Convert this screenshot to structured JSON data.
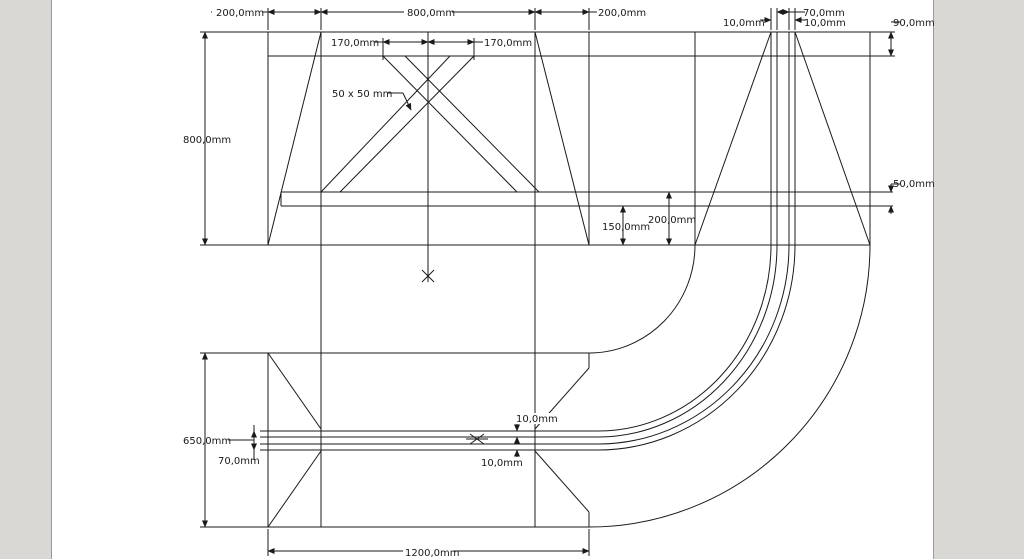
{
  "colors": {
    "background": "#d9d8d4",
    "sheet": "#ffffff",
    "line": "#1a1a1a"
  },
  "dimensions": {
    "d_200_left": "200,0mm",
    "d_800_top": "800,0mm",
    "d_200_right": "200,0mm",
    "d_10_a": "10,0mm",
    "d_70_top": "70,0mm",
    "d_10_b": "10,0mm",
    "d_90": "90,0mm",
    "d_170_left": "170,0mm",
    "d_170_right": "170,0mm",
    "d_beam_size": "50 x 50 mm",
    "d_800_left": "800,0mm",
    "d_50": "50,0mm",
    "d_150": "150,0mm",
    "d_200_mid": "200,0mm",
    "d_650": "650,0mm",
    "d_70_left": "70,0mm",
    "d_10_c": "10,0mm",
    "d_10_d": "10,0mm",
    "d_1200": "1200,0mm"
  }
}
